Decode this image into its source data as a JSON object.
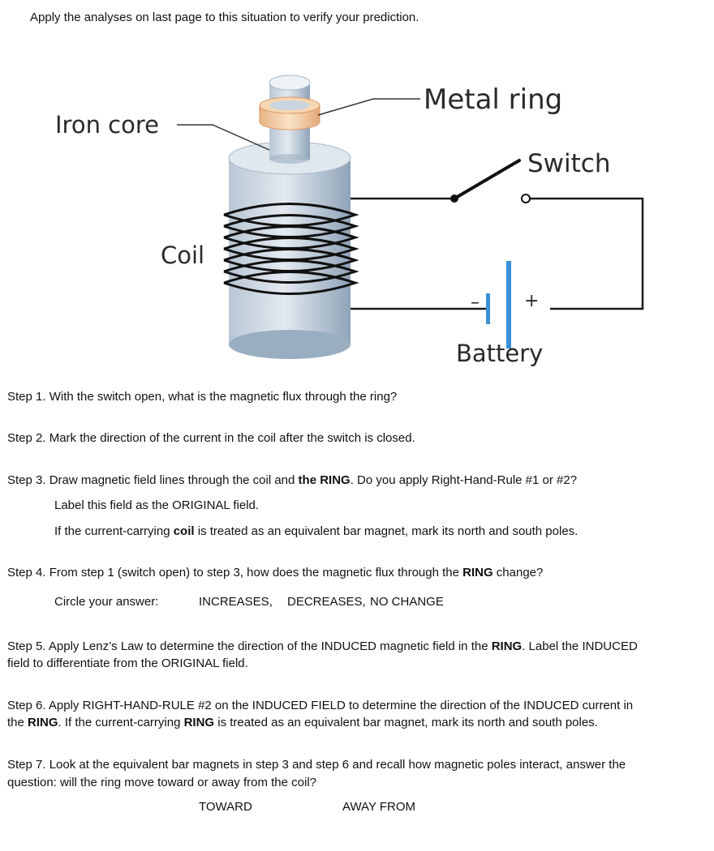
{
  "instruction": "Apply the analyses on last page to this situation to verify your prediction.",
  "figure": {
    "labels": {
      "iron_core": "Iron core",
      "metal_ring": "Metal ring",
      "switch": "Switch",
      "coil": "Coil",
      "battery": "Battery",
      "minus": "–",
      "plus": "+"
    },
    "colors": {
      "core_metal": "#9fb3c8",
      "ring": "#f2c9a0",
      "battery_plate": "#3a8fd9",
      "wire": "#1a1a1a"
    }
  },
  "steps": {
    "s1": "Step 1. With the switch open, what is the magnetic flux through the ring?",
    "s2": "Step 2. Mark the direction of the current in the coil after the switch is closed.",
    "s3": {
      "a": "Step 3. Draw magnetic field lines through the coil and ",
      "b": "the RING",
      "c": ". Do you apply Right-Hand-Rule #1 or #2?",
      "sub1": "Label this field as the ORIGINAL field.",
      "sub2a": "If the current-carrying ",
      "sub2b": "coil",
      "sub2c": " is treated as an equivalent bar magnet, mark its north and south poles."
    },
    "s4": {
      "a": "Step 4. From step 1 (switch open) to step 3, how does the magnetic flux through the ",
      "b": "RING",
      "c": " change?",
      "circle_label": "Circle your answer:",
      "options": [
        "INCREASES,",
        "DECREASES,",
        "NO CHANGE"
      ]
    },
    "s5": {
      "a": "Step 5. Apply Lenz’s Law to determine the direction of the INDUCED magnetic field in the ",
      "b": "RING",
      "c": ". Label the INDUCED",
      "line2": "field to differentiate from the ORIGINAL field."
    },
    "s6": {
      "a": "Step 6. Apply RIGHT-HAND-RULE #2 on the INDUCED FIELD to determine the direction of the INDUCED current in",
      "b1": "the ",
      "b2": "RING",
      "b3": ". If the current-carrying ",
      "b4": "RING",
      "b5": " is treated as an equivalent bar magnet, mark its north and south poles."
    },
    "s7": {
      "line1": "Step 7. Look at the equivalent bar magnets in step 3 and step 6 and recall how magnetic poles interact, answer the",
      "line2": "question: will the ring move toward or away from the coil?",
      "toward": "TOWARD",
      "away": "AWAY FROM"
    }
  }
}
